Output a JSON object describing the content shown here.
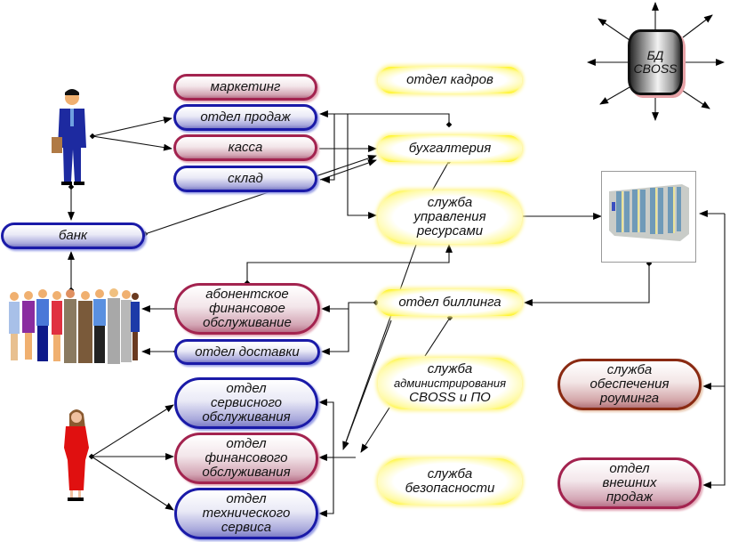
{
  "diagram": {
    "database": {
      "lines": [
        "БД",
        "CBOSS"
      ]
    },
    "departments_left": [
      {
        "id": "marketing",
        "lines": [
          "маркетинг"
        ],
        "style": "red"
      },
      {
        "id": "sales",
        "lines": [
          "отдел продаж"
        ],
        "style": "blue"
      },
      {
        "id": "cashier",
        "lines": [
          "касса"
        ],
        "style": "red"
      },
      {
        "id": "warehouse",
        "lines": [
          "склад"
        ],
        "style": "blue"
      },
      {
        "id": "bank",
        "lines": [
          "банк"
        ],
        "style": "blue"
      },
      {
        "id": "subscriber-finance",
        "lines": [
          "абонентское",
          "финансовое",
          "обслуживание"
        ],
        "style": "red"
      },
      {
        "id": "delivery",
        "lines": [
          "отдел доставки"
        ],
        "style": "blue"
      },
      {
        "id": "service-dept",
        "lines": [
          "отдел",
          "сервисного",
          "обслуживания"
        ],
        "style": "blue"
      },
      {
        "id": "finance-dept",
        "lines": [
          "отдел",
          "финансового",
          "обслуживания"
        ],
        "style": "red"
      },
      {
        "id": "tech-dept",
        "lines": [
          "отдел",
          "технического",
          "сервиса"
        ],
        "style": "blue"
      }
    ],
    "departments_center": [
      {
        "id": "hr",
        "lines": [
          "отдел кадров"
        ]
      },
      {
        "id": "accounting",
        "lines": [
          "бухгалтерия"
        ]
      },
      {
        "id": "resource-mgmt",
        "lines": [
          "служба",
          "управления",
          "ресурсами"
        ]
      },
      {
        "id": "billing",
        "lines": [
          "отдел биллинга"
        ]
      },
      {
        "id": "admin",
        "lines": [
          "служба",
          "администрирования",
          "CBOSS и ПО"
        ]
      },
      {
        "id": "security",
        "lines": [
          "служба",
          "безопасности"
        ]
      }
    ],
    "departments_right": [
      {
        "id": "roaming",
        "lines": [
          "служба",
          "обеспечения",
          "роуминга"
        ],
        "style": "brown"
      },
      {
        "id": "external-sales",
        "lines": [
          "отдел",
          "внешних",
          "продаж"
        ],
        "style": "red"
      }
    ],
    "figures": [
      "businessman-icon",
      "customers-group-icon",
      "businesswoman-icon",
      "server-rack-icon"
    ],
    "colors": {
      "blue": "#1a1aa8",
      "red": "#a3234f",
      "yellow": "#fff200",
      "brown": "#8a2a12"
    }
  }
}
